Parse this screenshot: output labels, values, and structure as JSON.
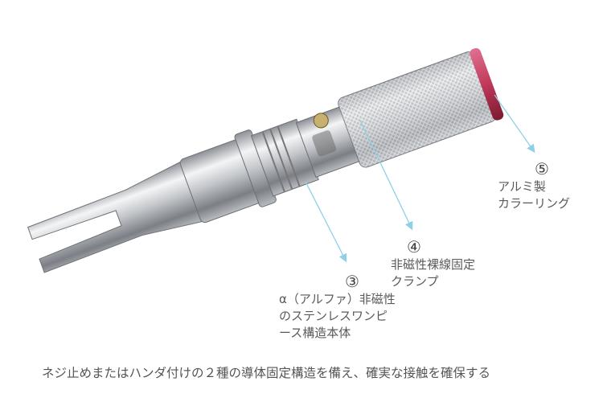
{
  "callouts": [
    {
      "number": "⑤",
      "lines": [
        "アルミ製",
        "カラーリング"
      ]
    },
    {
      "number": "④",
      "lines": [
        "非磁性裸線固定",
        "クランプ"
      ]
    },
    {
      "number": "③",
      "lines": [
        "α（アルファ）非磁性",
        "のステンレスワンピ",
        "ース構造本体"
      ]
    }
  ],
  "caption": "ネジ止めまたはハンダ付けの２種の導体固定構造を備え、確実な接触を確保する",
  "colors": {
    "leader": "#8fd0e6",
    "ring": "#c0395a",
    "metal": "#c9ccd0"
  }
}
